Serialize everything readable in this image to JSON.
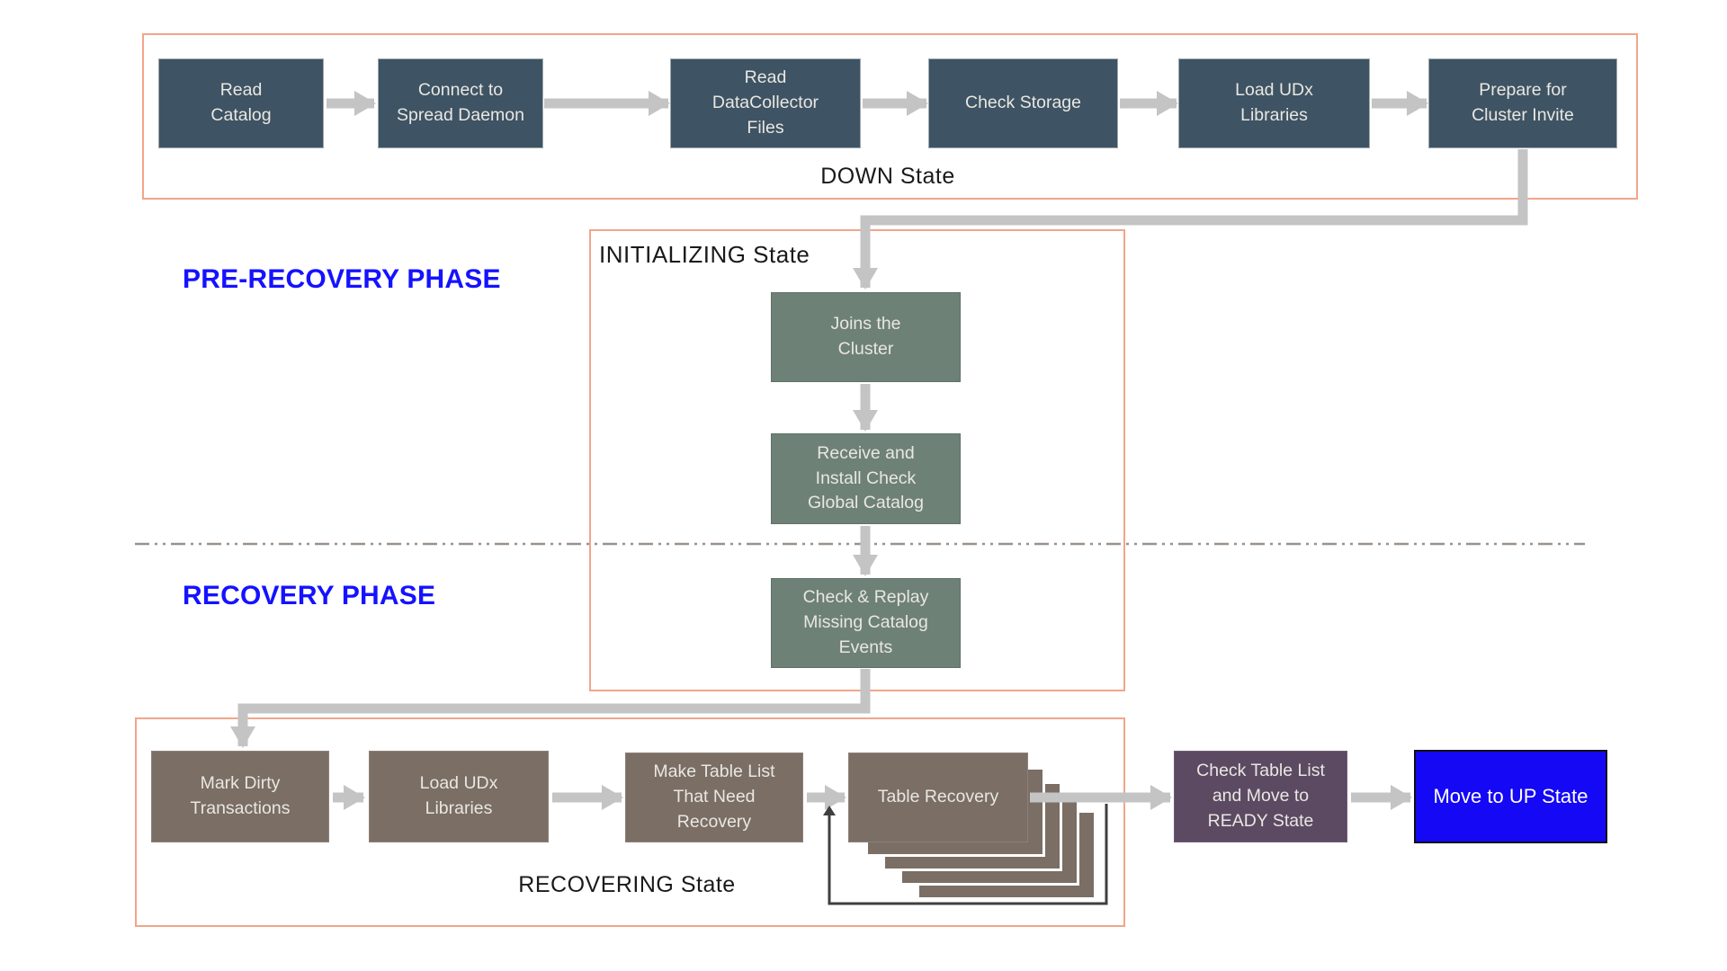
{
  "diagram": {
    "phase_labels": {
      "pre_recovery": "PRE-RECOVERY PHASE",
      "recovery": "RECOVERY PHASE"
    },
    "states": {
      "down": "DOWN State",
      "initializing": "INITIALIZING State",
      "recovering": "RECOVERING  State"
    },
    "nodes": {
      "read_catalog": "Read\nCatalog",
      "connect_spread": "Connect to\nSpread Daemon",
      "read_datacollector": "Read\nDataCollector\nFiles",
      "check_storage": "Check Storage",
      "load_udx_down": "Load UDx\nLibraries",
      "prepare_invite": "Prepare for\nCluster Invite",
      "joins_cluster": "Joins the\nCluster",
      "receive_install": "Receive and\nInstall Check\nGlobal Catalog",
      "check_replay": "Check & Replay\nMissing Catalog\nEvents",
      "mark_dirty": "Mark Dirty\nTransactions",
      "load_udx_recover": "Load UDx\nLibraries",
      "make_table_list": "Make Table List\nThat Need\nRecovery",
      "table_recovery": "Table Recovery",
      "check_table_list": "Check Table List\nand Move to\nREADY State",
      "move_up": "Move to UP State"
    },
    "colors": {
      "down_state_box": "#3E5363",
      "initializing_box": "#6E8177",
      "recovering_box": "#7A6E65",
      "ready_box": "#5C4A63",
      "up_state_box": "#1508F5",
      "group_border": "#F2A58B",
      "arrow": "#C4C4C4",
      "loop_arrow": "#3F3F3F",
      "phase_text": "#1512FF",
      "state_text": "#1A1A1A",
      "node_text": "#E9E7E2"
    }
  }
}
